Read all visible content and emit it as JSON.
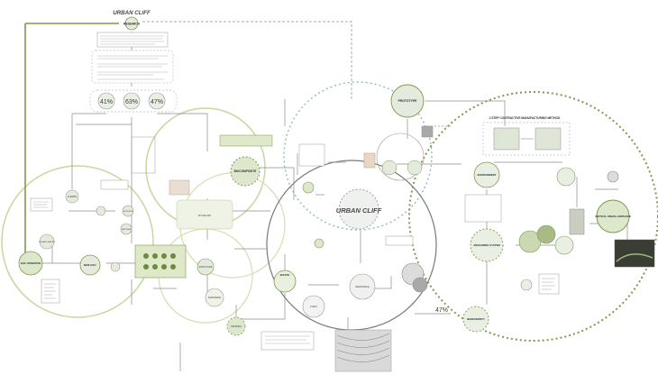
{
  "header": {
    "title": "URBAN CLIFF",
    "top_node": "RESEARCH"
  },
  "center": {
    "title": "URBAN CLIFF"
  },
  "percent_nodes": [
    "41%",
    "63%",
    "47%"
  ],
  "side_percent": "47%",
  "nodes": {
    "prototype": "PROTOTYPE",
    "biocomposite": "BIOCOMPOSITE",
    "vertical": "VERTICAL URBAN LANDSCAPE",
    "environment": "ENVIRONMENT",
    "biodiversity": "BIODIVERSITY",
    "waste": "WASTE",
    "soil_formation": "SOIL FORMATION",
    "biology": "BIOLOGY",
    "manufacturing": "2 STEP CONTRACTIVE MANUFACTURING METHOD",
    "mycelium": "MYCELIUM",
    "fungi": "FUNGI",
    "resistance": "RESISTANCE",
    "anchoring": "ANCHORING SYSTEM",
    "climate": "CLIMATE",
    "structure": "STRUCTURE",
    "substrate": "SUBSTRATE",
    "growing": "GROWING",
    "bacteria": "BACTERIA",
    "organic": "ORGANIC MATTER",
    "moisture": "MOISTURE"
  },
  "colors": {
    "green_dark": "#7d9a4e",
    "green_light": "#c6d8a0",
    "blue_dash": "#8fb9c4",
    "gray_line": "#8c8c8c",
    "node_fill": "#e4ebdc"
  }
}
